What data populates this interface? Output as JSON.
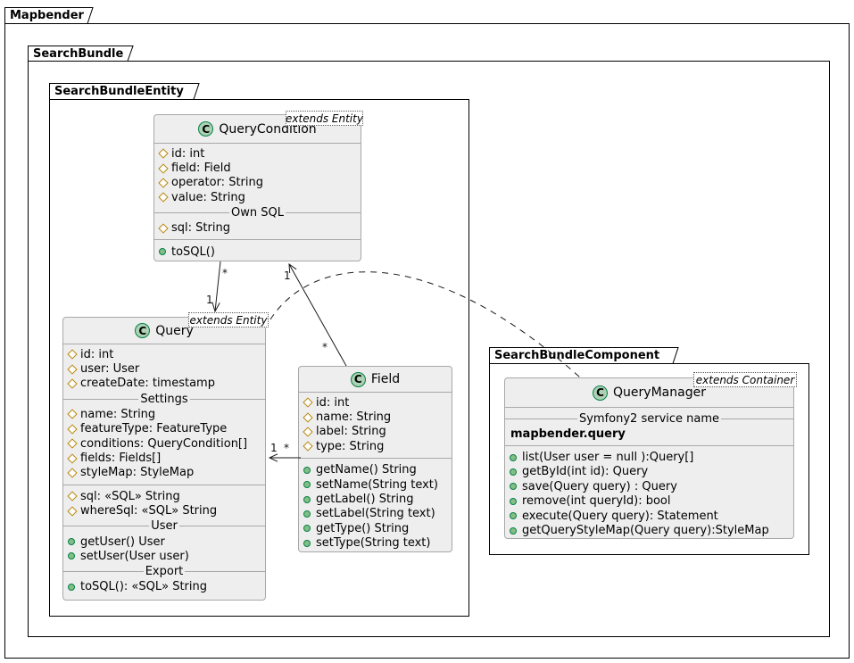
{
  "packages": {
    "mapbender": {
      "label": "Mapbender"
    },
    "search_bundle": {
      "label": "SearchBundle"
    },
    "search_bundle_entity": {
      "label": "SearchBundleEntity"
    },
    "search_bundle_component": {
      "label": "SearchBundleComponent"
    }
  },
  "classes": {
    "queryCondition": {
      "stereotype": "C",
      "name": "QueryCondition",
      "note": "extends Entity",
      "members": [
        {
          "kind": "attr",
          "text": "id: int"
        },
        {
          "kind": "attr",
          "text": "field: Field"
        },
        {
          "kind": "attr",
          "text": "operator: String"
        },
        {
          "kind": "attr",
          "text": "value: String"
        },
        {
          "kind": "sep",
          "text": "Own SQL"
        },
        {
          "kind": "attr",
          "text": "sql: String"
        },
        {
          "kind": "sep",
          "text": ""
        },
        {
          "kind": "method",
          "text": "toSQL()"
        }
      ]
    },
    "query": {
      "stereotype": "C",
      "name": "Query",
      "note": "extends Entity",
      "members": [
        {
          "kind": "attr",
          "text": "id: int"
        },
        {
          "kind": "attr",
          "text": "user: User"
        },
        {
          "kind": "attr",
          "text": "createDate: timestamp"
        },
        {
          "kind": "sep",
          "text": "Settings"
        },
        {
          "kind": "attr",
          "text": "name: String"
        },
        {
          "kind": "attr",
          "text": "featureType: FeatureType"
        },
        {
          "kind": "attr",
          "text": "conditions: QueryCondition[]"
        },
        {
          "kind": "attr",
          "text": "fields: Fields[]"
        },
        {
          "kind": "attr",
          "text": "styleMap: StyleMap"
        },
        {
          "kind": "sep",
          "text": ""
        },
        {
          "kind": "attr",
          "text": "sql: «SQL» String"
        },
        {
          "kind": "attr",
          "text": "whereSql: «SQL» String"
        },
        {
          "kind": "sep",
          "text": "User"
        },
        {
          "kind": "method",
          "text": "getUser() User"
        },
        {
          "kind": "method",
          "text": "setUser(User user)"
        },
        {
          "kind": "sep",
          "text": "Export"
        },
        {
          "kind": "method",
          "text": "toSQL(): «SQL» String"
        }
      ]
    },
    "field": {
      "stereotype": "C",
      "name": "Field",
      "members": [
        {
          "kind": "attr",
          "text": "id: int"
        },
        {
          "kind": "attr",
          "text": "name: String"
        },
        {
          "kind": "attr",
          "text": "label: String"
        },
        {
          "kind": "attr",
          "text": "type: String"
        },
        {
          "kind": "sep",
          "text": ""
        },
        {
          "kind": "method",
          "text": "getName() String"
        },
        {
          "kind": "method",
          "text": "setName(String text)"
        },
        {
          "kind": "method",
          "text": "getLabel() String"
        },
        {
          "kind": "method",
          "text": "setLabel(String text)"
        },
        {
          "kind": "method",
          "text": "getType() String"
        },
        {
          "kind": "method",
          "text": "setType(String text)"
        }
      ]
    },
    "queryManager": {
      "stereotype": "C",
      "name": "QueryManager",
      "note": "extends Container",
      "members": [
        {
          "kind": "sep",
          "text": "Symfony2 service name"
        },
        {
          "kind": "bold",
          "text": "mapbender.query"
        },
        {
          "kind": "sep",
          "text": ""
        },
        {
          "kind": "method",
          "text": "list(User user = null ):Query[]"
        },
        {
          "kind": "method",
          "text": "getById(int id): Query"
        },
        {
          "kind": "method",
          "text": "save(Query query) : Query"
        },
        {
          "kind": "method",
          "text": "remove(int queryId): bool"
        },
        {
          "kind": "method",
          "text": "execute(Query query): Statement"
        },
        {
          "kind": "method",
          "text": "getQueryStyleMap(Query query):StyleMap"
        }
      ]
    }
  },
  "edges": {
    "cond_to_query": {
      "source_label": "*",
      "target_label": "1"
    },
    "field_to_cond": {
      "source_label": "*",
      "target_label": "1"
    },
    "query_to_field": {
      "near_label": "1",
      "far_label": "*"
    }
  },
  "icons": {
    "class_circle": "class-stereotype-circle-icon",
    "attribute": "field-diamond-icon",
    "method": "method-dot-icon"
  },
  "colors": {
    "class_fill": "#EEEEEE",
    "class_border": "#A8A8A8",
    "circle_fill": "#ADD1B2",
    "circle_border": "#038048",
    "attribute_diamond": "#B8860B",
    "method_dot": "#84BE84",
    "package_border": "#000000",
    "edge_line": "#1A1A1A"
  }
}
